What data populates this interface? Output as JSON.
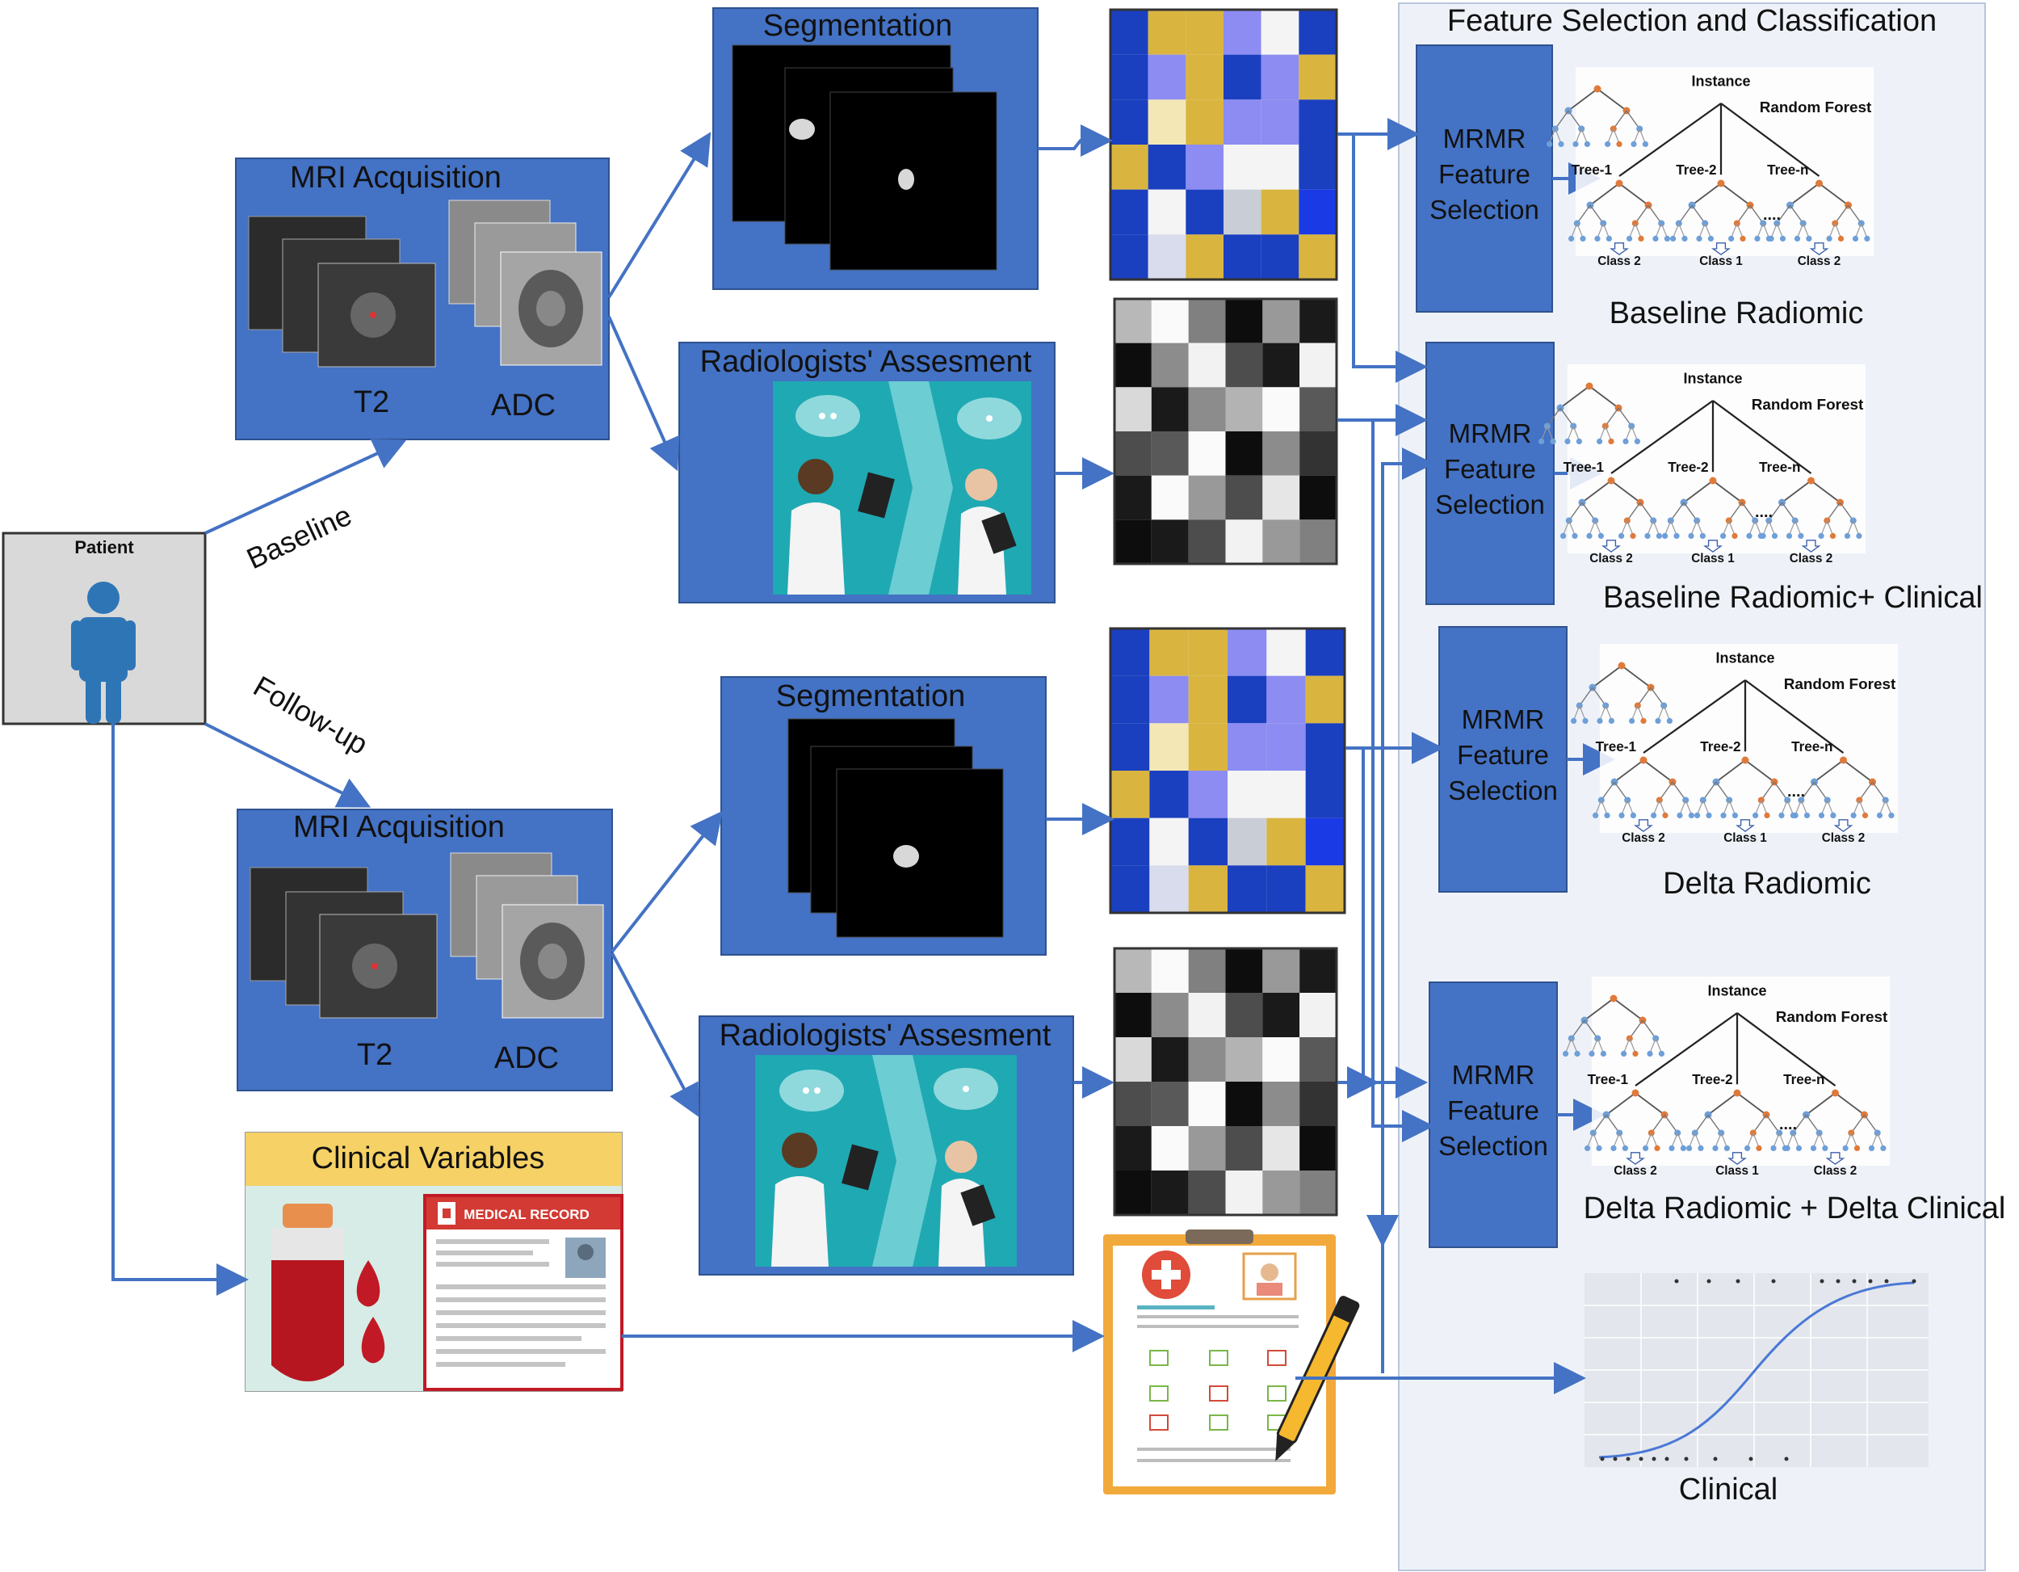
{
  "patient": {
    "label": "Patient"
  },
  "arms": {
    "baseline": "Baseline",
    "followup": "Follow-up"
  },
  "mri": {
    "title": "MRI Acquisition",
    "t2": "T2",
    "adc": "ADC"
  },
  "segmentation": {
    "title": "Segmentation"
  },
  "radiologists": {
    "title": "Radiologists' Assesment"
  },
  "clinical_variables": {
    "title": "Clinical Variables",
    "record_label": "MEDICAL RECORD"
  },
  "panel": {
    "title": "Feature Selection and Classification"
  },
  "mrmr": {
    "line1": "MRMR",
    "line2": "Feature",
    "line3": "Selection"
  },
  "forest": {
    "instance": "Instance",
    "random_forest": "Random Forest",
    "tree1": "Tree-1",
    "tree2": "Tree-2",
    "treen": "Tree-n",
    "ellipsis": "....",
    "class2": "Class 2",
    "class1": "Class 1"
  },
  "models": [
    {
      "caption": "Baseline Radiomic"
    },
    {
      "caption": "Baseline Radiomic+ Clinical"
    },
    {
      "caption": "Delta Radiomic"
    },
    {
      "caption": "Delta Radiomic + Delta Clinical"
    }
  ],
  "clinical_model": {
    "caption": "Clinical"
  },
  "colors": {
    "box_blue": "#4472C4",
    "arrow_blue": "#4472C4",
    "panel_bg": "#EEF2F8",
    "cv_header": "#F5D166",
    "clipboard": "#F2A93B",
    "teal": "#1FA9B3",
    "navy": "#1A3FBF",
    "gold": "#D9B540",
    "lavender": "#8C8CF2",
    "cobalt": "#1A3AE6"
  },
  "heatmaps": {
    "color_top": [
      [
        "navy",
        "gold",
        "gold",
        "lavender",
        "white",
        "navy"
      ],
      [
        "navy",
        "lavender",
        "gold",
        "navy",
        "lavender",
        "gold"
      ],
      [
        "navy",
        "lightgold",
        "gold",
        "lavender",
        "lavender",
        "navy"
      ],
      [
        "gold",
        "navy",
        "lavender",
        "white",
        "white",
        "navy"
      ],
      [
        "navy",
        "white",
        "navy",
        "lightgray",
        "gold",
        "cobalt"
      ],
      [
        "navy",
        "paleblue",
        "gold",
        "navy",
        "navy",
        "gold"
      ]
    ],
    "gray_top": [
      [
        0.72,
        0.98,
        0.5,
        0.05,
        0.6,
        0.1
      ],
      [
        0.05,
        0.55,
        0.95,
        0.3,
        0.1,
        0.95
      ],
      [
        0.85,
        0.1,
        0.55,
        0.7,
        0.98,
        0.35
      ],
      [
        0.3,
        0.35,
        0.98,
        0.05,
        0.55,
        0.2
      ],
      [
        0.1,
        0.98,
        0.6,
        0.3,
        0.9,
        0.05
      ],
      [
        0.05,
        0.1,
        0.3,
        0.95,
        0.6,
        0.5
      ]
    ],
    "color_bottom": [
      [
        "navy",
        "gold",
        "gold",
        "lavender",
        "white",
        "navy"
      ],
      [
        "navy",
        "lavender",
        "gold",
        "navy",
        "lavender",
        "gold"
      ],
      [
        "navy",
        "lightgold",
        "gold",
        "lavender",
        "lavender",
        "navy"
      ],
      [
        "gold",
        "navy",
        "lavender",
        "white",
        "white",
        "navy"
      ],
      [
        "navy",
        "white",
        "navy",
        "lightgray",
        "gold",
        "cobalt"
      ],
      [
        "navy",
        "paleblue",
        "gold",
        "navy",
        "navy",
        "gold"
      ]
    ],
    "gray_bottom": [
      [
        0.72,
        0.98,
        0.5,
        0.05,
        0.6,
        0.1
      ],
      [
        0.05,
        0.55,
        0.95,
        0.3,
        0.1,
        0.95
      ],
      [
        0.85,
        0.1,
        0.55,
        0.7,
        0.98,
        0.35
      ],
      [
        0.3,
        0.35,
        0.98,
        0.05,
        0.55,
        0.2
      ],
      [
        0.1,
        0.98,
        0.6,
        0.3,
        0.9,
        0.05
      ],
      [
        0.05,
        0.1,
        0.3,
        0.95,
        0.6,
        0.5
      ]
    ]
  }
}
